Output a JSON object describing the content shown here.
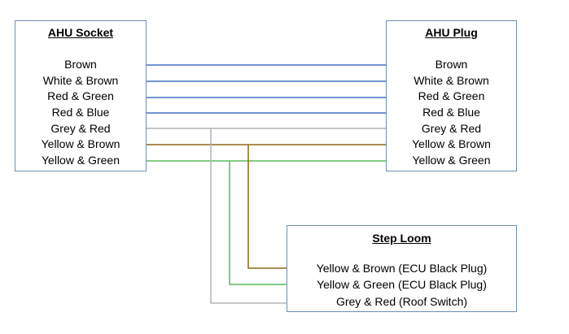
{
  "socket": {
    "title": "AHU Socket",
    "wires": [
      "Brown",
      "White & Brown",
      "Red & Green",
      "Red & Blue",
      "Grey & Red",
      "Yellow & Brown",
      "Yellow & Green"
    ]
  },
  "plug": {
    "title": "AHU Plug",
    "wires": [
      "Brown",
      "White & Brown",
      "Red & Green",
      "Red & Blue",
      "Grey & Red",
      "Yellow & Brown",
      "Yellow & Green"
    ]
  },
  "step_loom": {
    "title": "Step Loom",
    "wires": [
      "Yellow & Brown (ECU Black Plug)",
      "Yellow & Green (ECU Black Plug)",
      "Grey & Red (Roof Switch)"
    ]
  },
  "colors": {
    "box_border": "#6f8db5",
    "blue_wire": "#4472c4",
    "grey_wire": "#b4b4b4",
    "brown_wire": "#8b6914",
    "green_wire": "#5cb85c"
  }
}
